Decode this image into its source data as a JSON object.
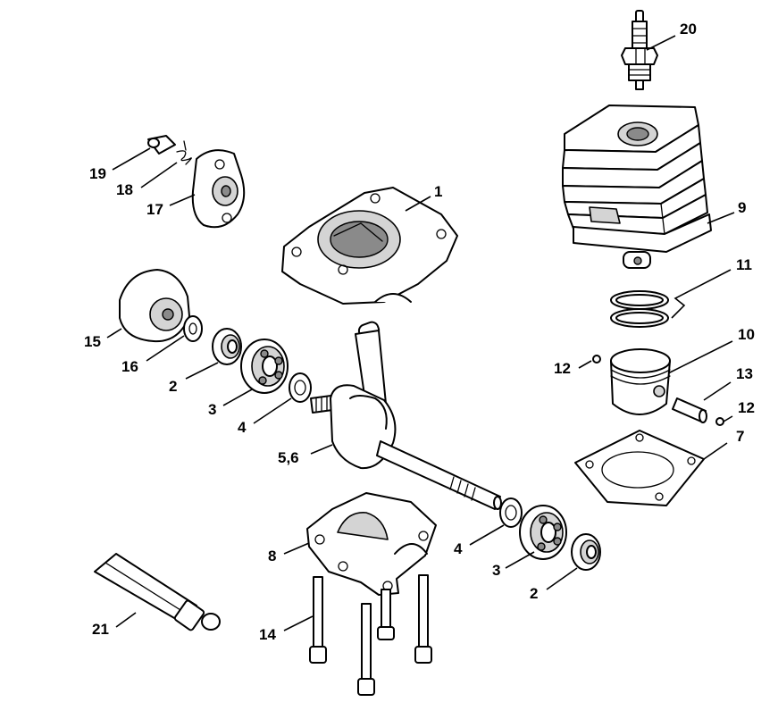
{
  "diagram": {
    "callouts": [
      "20",
      "9",
      "11",
      "10",
      "13",
      "12",
      "12",
      "7",
      "1",
      "19",
      "18",
      "17",
      "15",
      "16",
      "2",
      "3",
      "4",
      "5,6",
      "8",
      "4",
      "3",
      "2",
      "14",
      "21"
    ]
  }
}
